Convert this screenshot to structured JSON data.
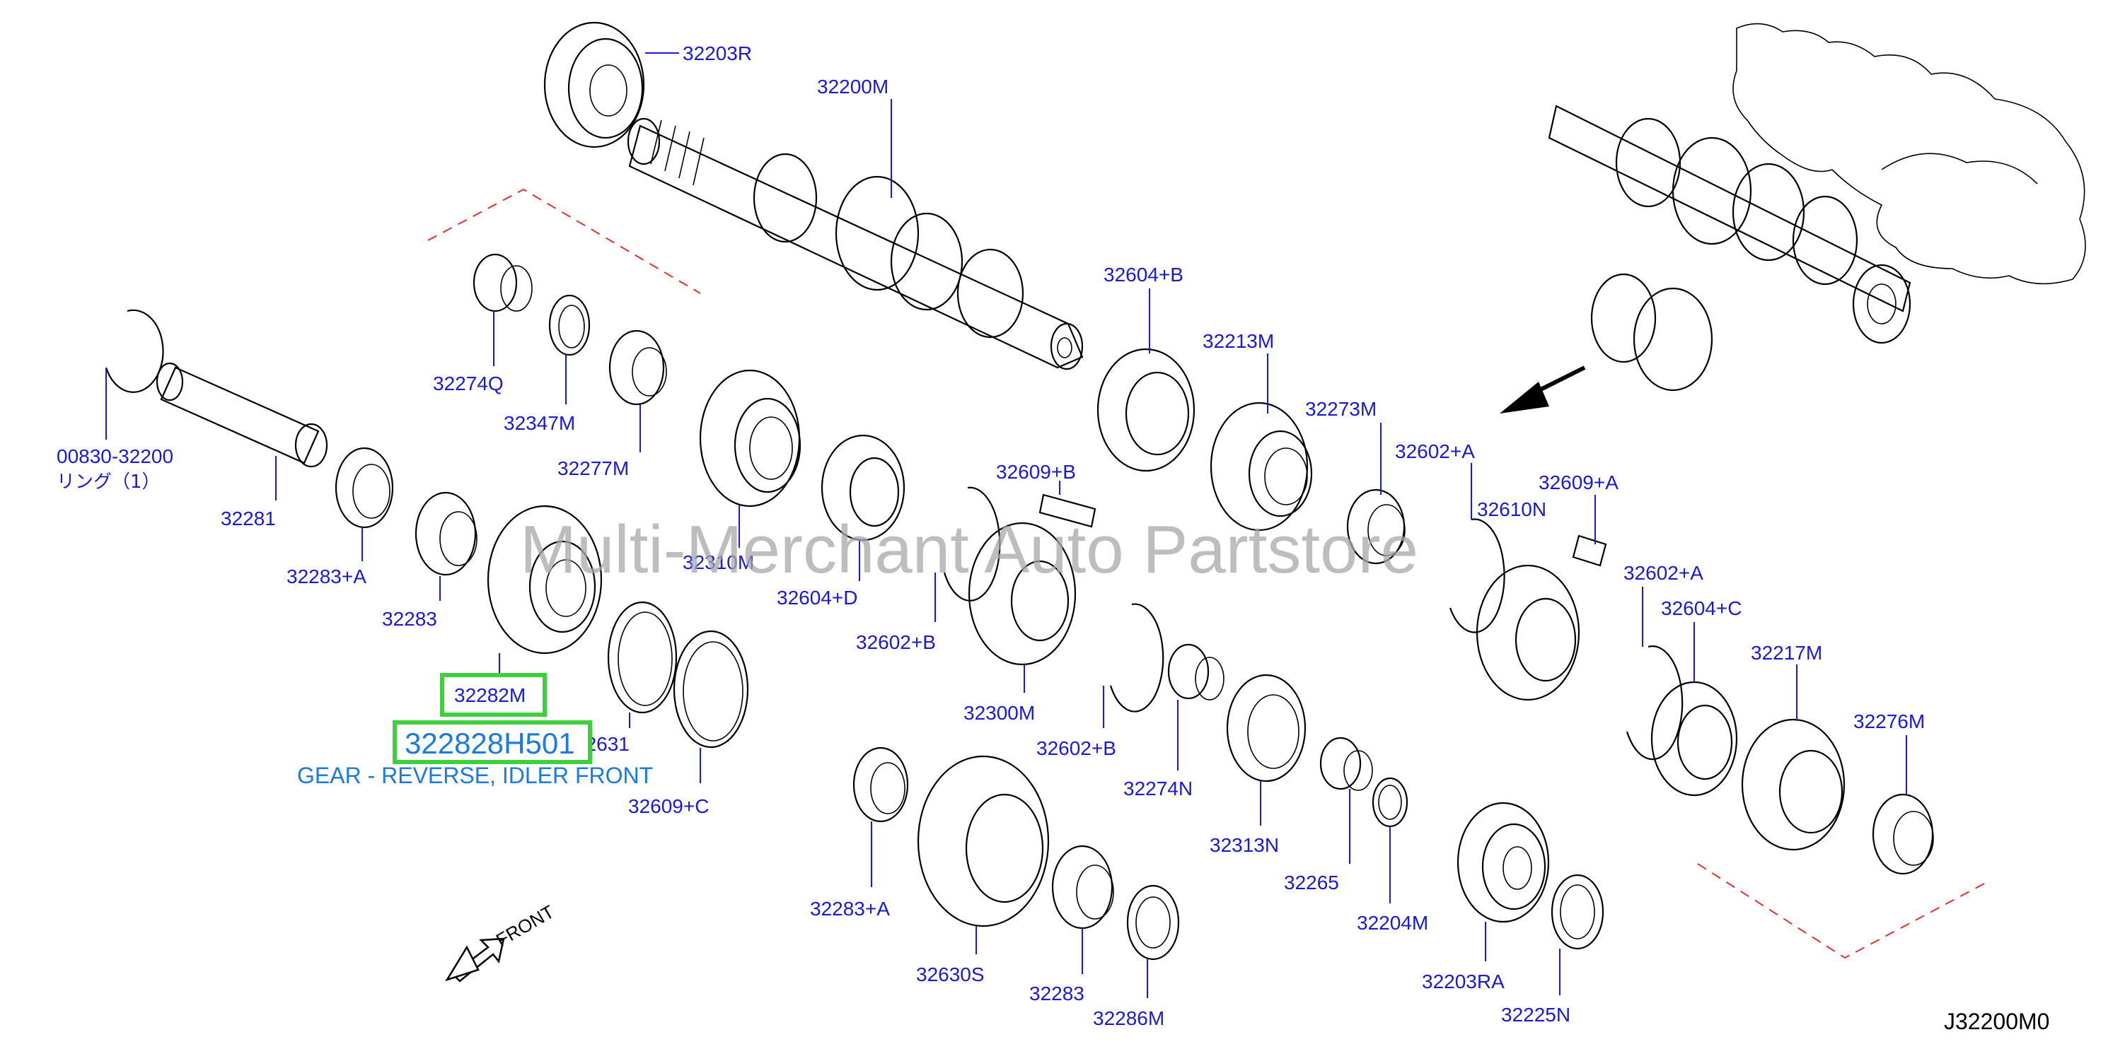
{
  "labels": {
    "l32203R": "32203R",
    "l32200M": "32200M",
    "l32604B": "32604+B",
    "l32213M": "32213M",
    "l32273M": "32273M",
    "l32602A_1": "32602+A",
    "l32609A": "32609+A",
    "l32610N": "32610N",
    "l32602A_2": "32602+A",
    "l32604C": "32604+C",
    "l32217M": "32217M",
    "l32276M": "32276M",
    "l32274Q": "32274Q",
    "l32347M": "32347M",
    "l32277M": "32277M",
    "l00830": "00830-32200",
    "l_ring": "リング（1）",
    "l32281": "32281",
    "l32283A_1": "32283+A",
    "l32283_1": "32283",
    "l32310M": "32310M",
    "l32604D": "32604+D",
    "l32609B": "32609+B",
    "l32602B_1": "32602+B",
    "l32300M": "32300M",
    "l32602B_2": "32602+B",
    "l32274N": "32274N",
    "l32313N": "32313N",
    "l32265": "32265",
    "l32204M": "32204M",
    "l32631": "32631",
    "l32609C": "32609+C",
    "l32283A_2": "32283+A",
    "l32630S": "32630S",
    "l32283_2": "32283",
    "l32286M": "32286M",
    "l32203RA": "32203RA",
    "l32225N": "32225N"
  },
  "highlight": {
    "part_ref": "32282M",
    "part_number": "322828H501",
    "description": "GEAR - REVERSE, IDLER FRONT"
  },
  "watermark": "Multi-Merchant Auto Partstore",
  "front_label": "FRONT",
  "diagram_code": "J32200M0",
  "colors": {
    "label_blue": "#1a1ad6",
    "highlight_green": "#3ecf3e",
    "description_blue": "#1a7ae0",
    "dash_red": "#e03030"
  }
}
